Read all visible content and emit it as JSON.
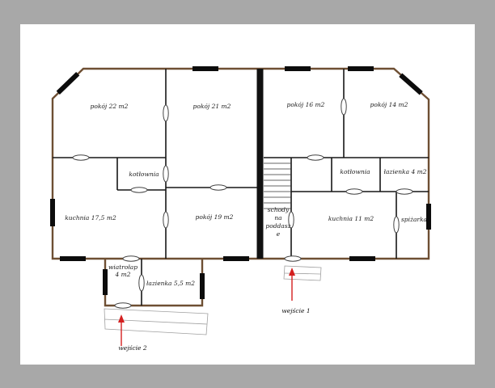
{
  "page": {
    "background": "#a8a8a8",
    "paper": "#ffffff"
  },
  "colors": {
    "outer_wall": "#6e4f33",
    "inner_wall": "#161616",
    "window": "#0c0c0c",
    "door_stroke": "#444444",
    "arrow": "#d42020",
    "porch_outline": "#a0a0a0",
    "label_text": "#1c1c1c"
  },
  "rooms": {
    "pokoj22": "pokój 22 m2",
    "pokoj21": "pokój 21 m2",
    "pokoj16": "pokój 16 m2",
    "pokoj14": "pokój 14 m2",
    "kotlownia_left": "kotłownia",
    "kotlownia_right": "kotłownia",
    "lazienka_right": "łazienka 4 m2",
    "kuchnia_left": "kuchnia 17,5 m2",
    "pokoj19": "pokój 19 m2",
    "kuchnia_right": "kuchnia 11 m2",
    "spizarka": "spiżarka",
    "lazienka_left": "łazienka  5,5 m2",
    "wiatrolap_line1": "wiatrołap",
    "wiatrolap_line2": "4 m2",
    "stairs_lines": [
      "schody",
      "na",
      "poddasz",
      "e"
    ]
  },
  "entrances": {
    "wejscie1": "wejście 1",
    "wejscie2": "wejście 2"
  }
}
